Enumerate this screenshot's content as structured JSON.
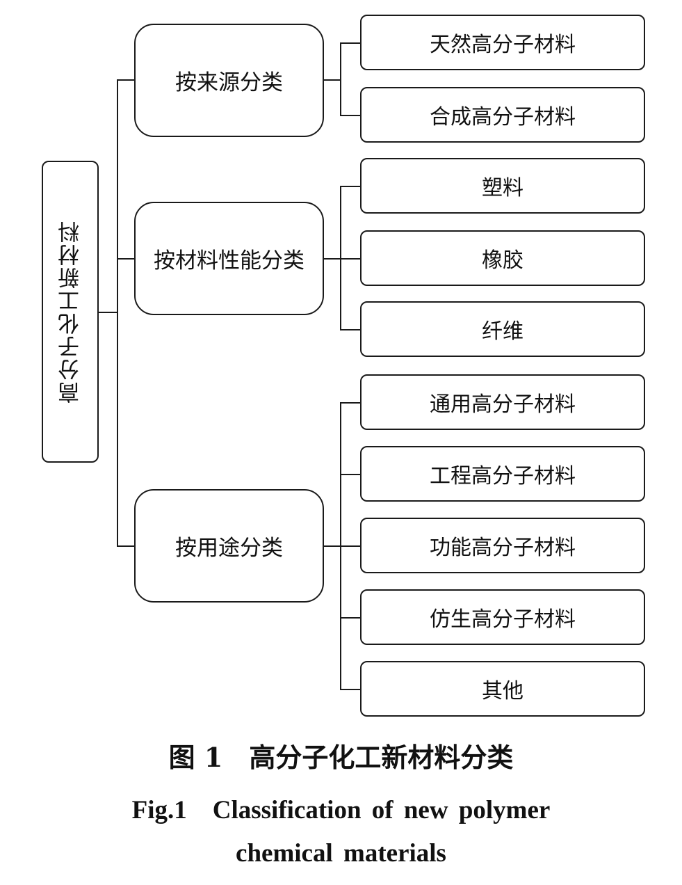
{
  "root": {
    "label": "高分子化工新材料"
  },
  "groups": [
    {
      "label": "按来源分类",
      "children": [
        "天然高分子材料",
        "合成高分子材料"
      ]
    },
    {
      "label": "按材料性能分类",
      "children": [
        "塑料",
        "橡胶",
        "纤维"
      ]
    },
    {
      "label": "按用途分类",
      "children": [
        "通用高分子材料",
        "工程高分子材料",
        "功能高分子材料",
        "仿生高分子材料",
        "其他"
      ]
    }
  ],
  "caption": {
    "cn": "图 1　高分子化工新材料分类",
    "en_line1": "Fig.1　Classification of new polymer",
    "en_line2": "chemical materials"
  }
}
